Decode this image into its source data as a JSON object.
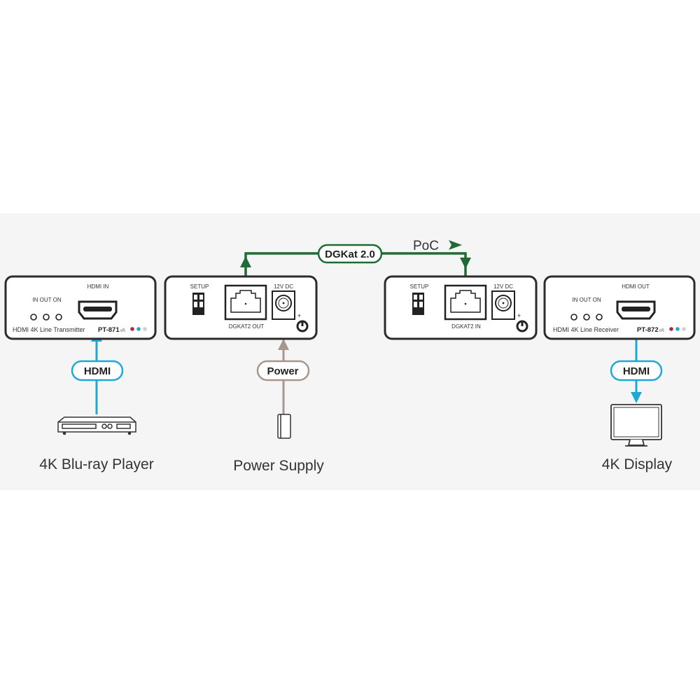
{
  "transmitter": {
    "port_label": "HDMI IN",
    "led_labels": "IN OUT ON",
    "name": "HDMI 4K Line Transmitter",
    "model": "PT-871",
    "model_suffix": "xR"
  },
  "tx_panel": {
    "setup_label": "SETUP",
    "port_label": "DGKAT2 OUT",
    "power_label": "12V DC",
    "plus": "+"
  },
  "rx_panel": {
    "setup_label": "SETUP",
    "port_label": "DGKAT2 IN",
    "power_label": "12V DC",
    "plus": "+"
  },
  "receiver": {
    "port_label": "HDMI OUT",
    "led_labels": "IN OUT ON",
    "name": "HDMI 4K Line Receiver",
    "model": "PT-872",
    "model_suffix": "xR"
  },
  "links": {
    "dgkat": "DGKat 2.0",
    "poc": "PoC",
    "hdmi_in": "HDMI",
    "power": "Power",
    "hdmi_out": "HDMI"
  },
  "captions": {
    "source": "4K Blu-ray Player",
    "power_supply": "Power Supply",
    "display": "4K Display"
  },
  "colors": {
    "hdmi": "#1ea8d6",
    "dgkat": "#1f6b35",
    "power": "#a8968e",
    "led_red": "#b0283a",
    "led_blue": "#1ea8d6",
    "led_gray": "#cfcfd4"
  }
}
